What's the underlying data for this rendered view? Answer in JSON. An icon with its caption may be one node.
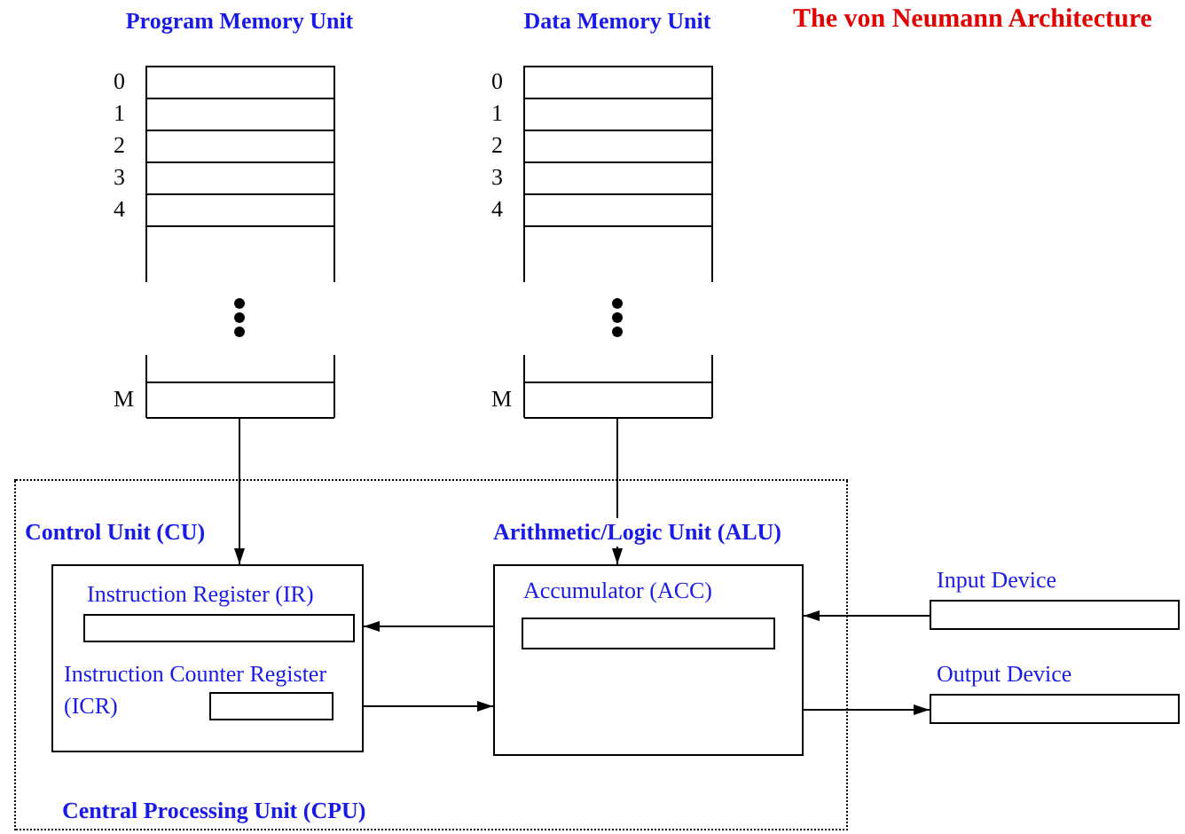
{
  "diagram": {
    "title": "The von Neumann Architecture",
    "nodes": [
      {
        "text": [
          "Program Memory Unit"
        ],
        "beside": [
          "0",
          "1",
          "2",
          "3",
          "4",
          "M"
        ]
      },
      {
        "text": [
          "Data Memory Unit"
        ],
        "beside": [
          "0",
          "1",
          "2",
          "3",
          "4",
          "M"
        ]
      },
      {
        "text": [
          "Central Processing Unit (CPU)"
        ]
      },
      {
        "text": [
          "Control Unit (CU)"
        ],
        "in": 2
      },
      {
        "text": [
          "Instruction Register (IR)"
        ],
        "in": 3
      },
      {
        "text": [
          "Instruction Counter Register (ICR)"
        ],
        "in": 3
      },
      {
        "text": [
          "Arithmetic/Logic Unit (ALU)"
        ],
        "in": 2
      },
      {
        "text": [
          "Accumulator (ACC)"
        ],
        "in": 6
      },
      {
        "text": [
          "Input Device"
        ]
      },
      {
        "text": [
          "Output Device"
        ]
      }
    ],
    "edges": [
      {
        "from": 0,
        "to": 3,
        "arrow": "to"
      },
      {
        "from": 1,
        "to": 6,
        "arrow": "to"
      },
      {
        "from": 6,
        "to": 3,
        "arrow": "to"
      },
      {
        "from": 3,
        "to": 6,
        "arrow": "to"
      },
      {
        "from": 8,
        "to": 6,
        "arrow": "to"
      },
      {
        "from": 6,
        "to": 9,
        "arrow": "to"
      }
    ]
  }
}
